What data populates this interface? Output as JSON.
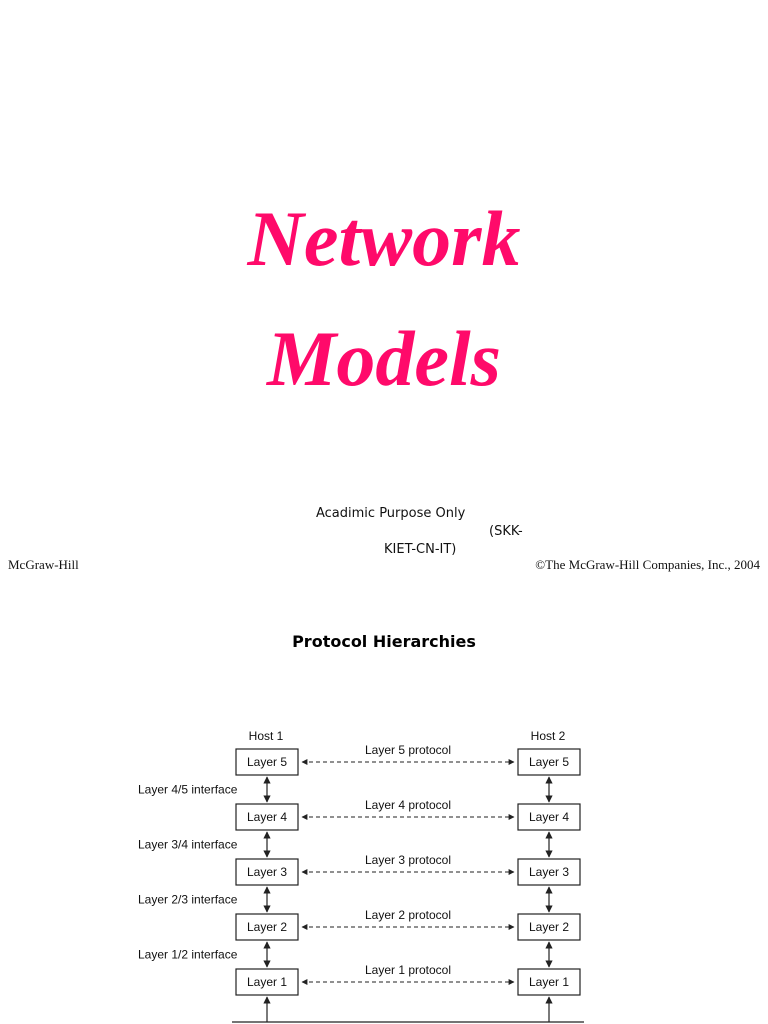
{
  "slide": {
    "title_line1": "Network",
    "title_line2": "Models",
    "note_line1": "Acadimic Purpose Only",
    "note_line2": "(SKK-",
    "note_line3": "KIET-CN-IT)",
    "footer_left": "McGraw-Hill",
    "footer_right": "©The McGraw-Hill Companies, Inc., 2004",
    "title_color": "#ff0a6a"
  },
  "section": {
    "heading": "Protocol Hierarchies"
  },
  "diagram": {
    "host1_label": "Host 1",
    "host2_label": "Host 2",
    "layers": [
      {
        "label": "Layer 5",
        "protocol": "Layer 5 protocol"
      },
      {
        "label": "Layer 4",
        "protocol": "Layer 4 protocol"
      },
      {
        "label": "Layer 3",
        "protocol": "Layer 3 protocol"
      },
      {
        "label": "Layer 2",
        "protocol": "Layer 2 protocol"
      },
      {
        "label": "Layer 1",
        "protocol": "Layer 1 protocol"
      }
    ],
    "interfaces": [
      "Layer 4/5 interface",
      "Layer 3/4 interface",
      "Layer 2/3 interface",
      "Layer 1/2 interface"
    ]
  }
}
